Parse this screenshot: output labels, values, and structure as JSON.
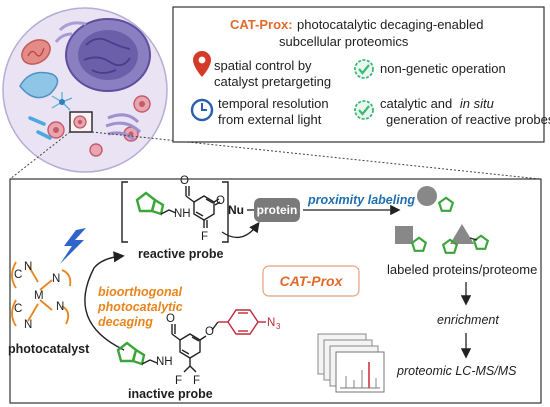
{
  "header": {
    "title": "CAT-Prox:",
    "subtitle_line1": "photocatalytic decaging-enabled",
    "subtitle_line2": "subcellular proteomics"
  },
  "features": [
    {
      "icon": "location-pin-icon",
      "line1": "spatial control by",
      "line2": "catalyst pretargeting"
    },
    {
      "icon": "check-circle-icon",
      "line1": "non-genetic operation",
      "line2": ""
    },
    {
      "icon": "clock-icon",
      "line1": "temporal resolution",
      "line2": "from external light"
    },
    {
      "icon": "check-circle-icon",
      "line1": "catalytic and",
      "line1_italic": "in situ",
      "line2": "generation of reactive probes"
    }
  ],
  "scheme": {
    "reactive_probe": "reactive probe",
    "inactive_probe": "inactive probe",
    "photocatalyst": "photocatalyst",
    "decaging_line1": "bioorthogonal",
    "decaging_line2": "photocatalytic",
    "decaging_line3": "decaging",
    "center_label": "CAT-Prox",
    "nu_label": "Nu",
    "protein_label": "protein",
    "proximity_label": "proximity labeling",
    "labeled_label": "labeled proteins/proteome",
    "enrichment_label": "enrichment",
    "lcms_label": "proteomic LC-MS/MS",
    "chem": {
      "nh": "NH",
      "o": "O",
      "f": "F",
      "n3_n": "N",
      "n3_sub": "3",
      "catalyst_n": "N",
      "catalyst_c": "C",
      "catalyst_m": "M"
    }
  },
  "colors": {
    "accent_orange": "#e06a2c",
    "label_orange": "#e8851c",
    "label_blue": "#1f6fb0",
    "pin_red": "#d43a2a",
    "clock_blue": "#2a5fb0",
    "check_green": "#3cb878",
    "probe_green": "#3aa63a",
    "protein_grey": "#7a7a7a",
    "azide_red": "#c0283a",
    "cell_purple": "#6a5fa8"
  }
}
